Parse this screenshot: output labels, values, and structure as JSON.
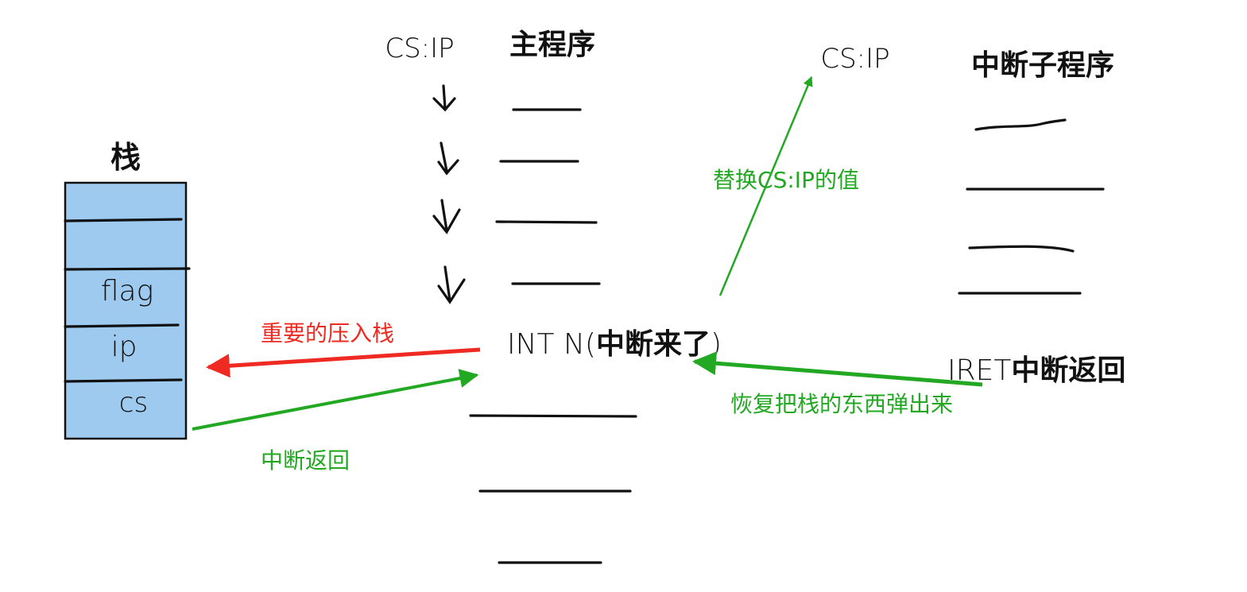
{
  "colors": {
    "stack_fill": "#9ecaf0",
    "red": "#ee2a22",
    "green": "#22a822",
    "ink": "#111111"
  },
  "stack": {
    "title": "栈",
    "cells": [
      "flag",
      "ip",
      "cs"
    ]
  },
  "main": {
    "cs_ip": "CS:IP",
    "title": "主程序",
    "int_prefix": "INT N(",
    "int_bold": "中断来了",
    "int_suffix": ")"
  },
  "isr": {
    "cs_ip": "CS:IP",
    "title": "中断子程序",
    "iret_prefix": "IRET",
    "iret_bold": "中断返回"
  },
  "annotations": {
    "push": "重要的压入栈",
    "return": "中断返回",
    "replace": "替换CS:IP的值",
    "pop": "恢复把栈的东西弹出来"
  }
}
